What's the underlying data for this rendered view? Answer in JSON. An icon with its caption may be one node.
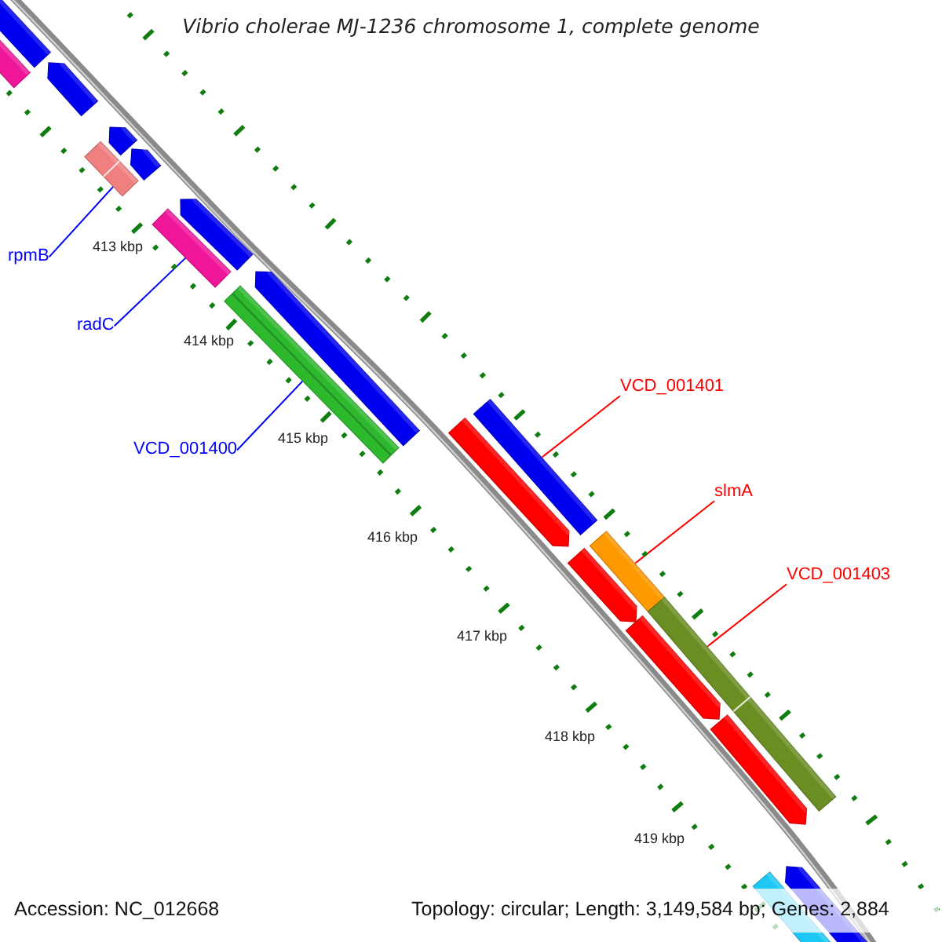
{
  "diagram": {
    "title": "Vibrio cholerae MJ-1236 chromosome 1, complete genome",
    "nodes": [
      {
        "text": [
          "rpmB"
        ]
      },
      {
        "text": [],
        "shape": "bar"
      },
      {
        "text": [
          "radC"
        ]
      },
      {
        "text": [],
        "shape": "bar"
      },
      {
        "text": [
          "VCD_001400"
        ]
      },
      {
        "text": [],
        "shape": "bar"
      },
      {
        "text": [
          "VCD_001401"
        ]
      },
      {
        "text": [],
        "shape": "bar"
      },
      {
        "text": [
          "slmA"
        ]
      },
      {
        "text": [],
        "shape": "bar"
      },
      {
        "text": [
          "VCD_001403"
        ]
      },
      {
        "text": [],
        "shape": "bar"
      }
    ],
    "edges": [
      {
        "from": 0,
        "to": 1,
        "arrow": "none",
        "color": "#0000ff"
      },
      {
        "from": 2,
        "to": 3,
        "arrow": "none",
        "color": "#0000ff"
      },
      {
        "from": 4,
        "to": 5,
        "arrow": "none",
        "color": "#0000ff"
      },
      {
        "from": 6,
        "to": 7,
        "arrow": "none",
        "color": "#ff0000"
      },
      {
        "from": 8,
        "to": 9,
        "arrow": "none",
        "color": "#ff0000"
      },
      {
        "from": 10,
        "to": 11,
        "arrow": "none",
        "color": "#ff0000"
      }
    ],
    "labels": [
      "413 kbp",
      "414 kbp",
      "415 kbp",
      "416 kbp",
      "417 kbp",
      "418 kbp",
      "419 kbp",
      "Accession: NC_012668",
      "Topology: circular; Length: 3,149,584 bp; Genes: 2,884"
    ]
  }
}
